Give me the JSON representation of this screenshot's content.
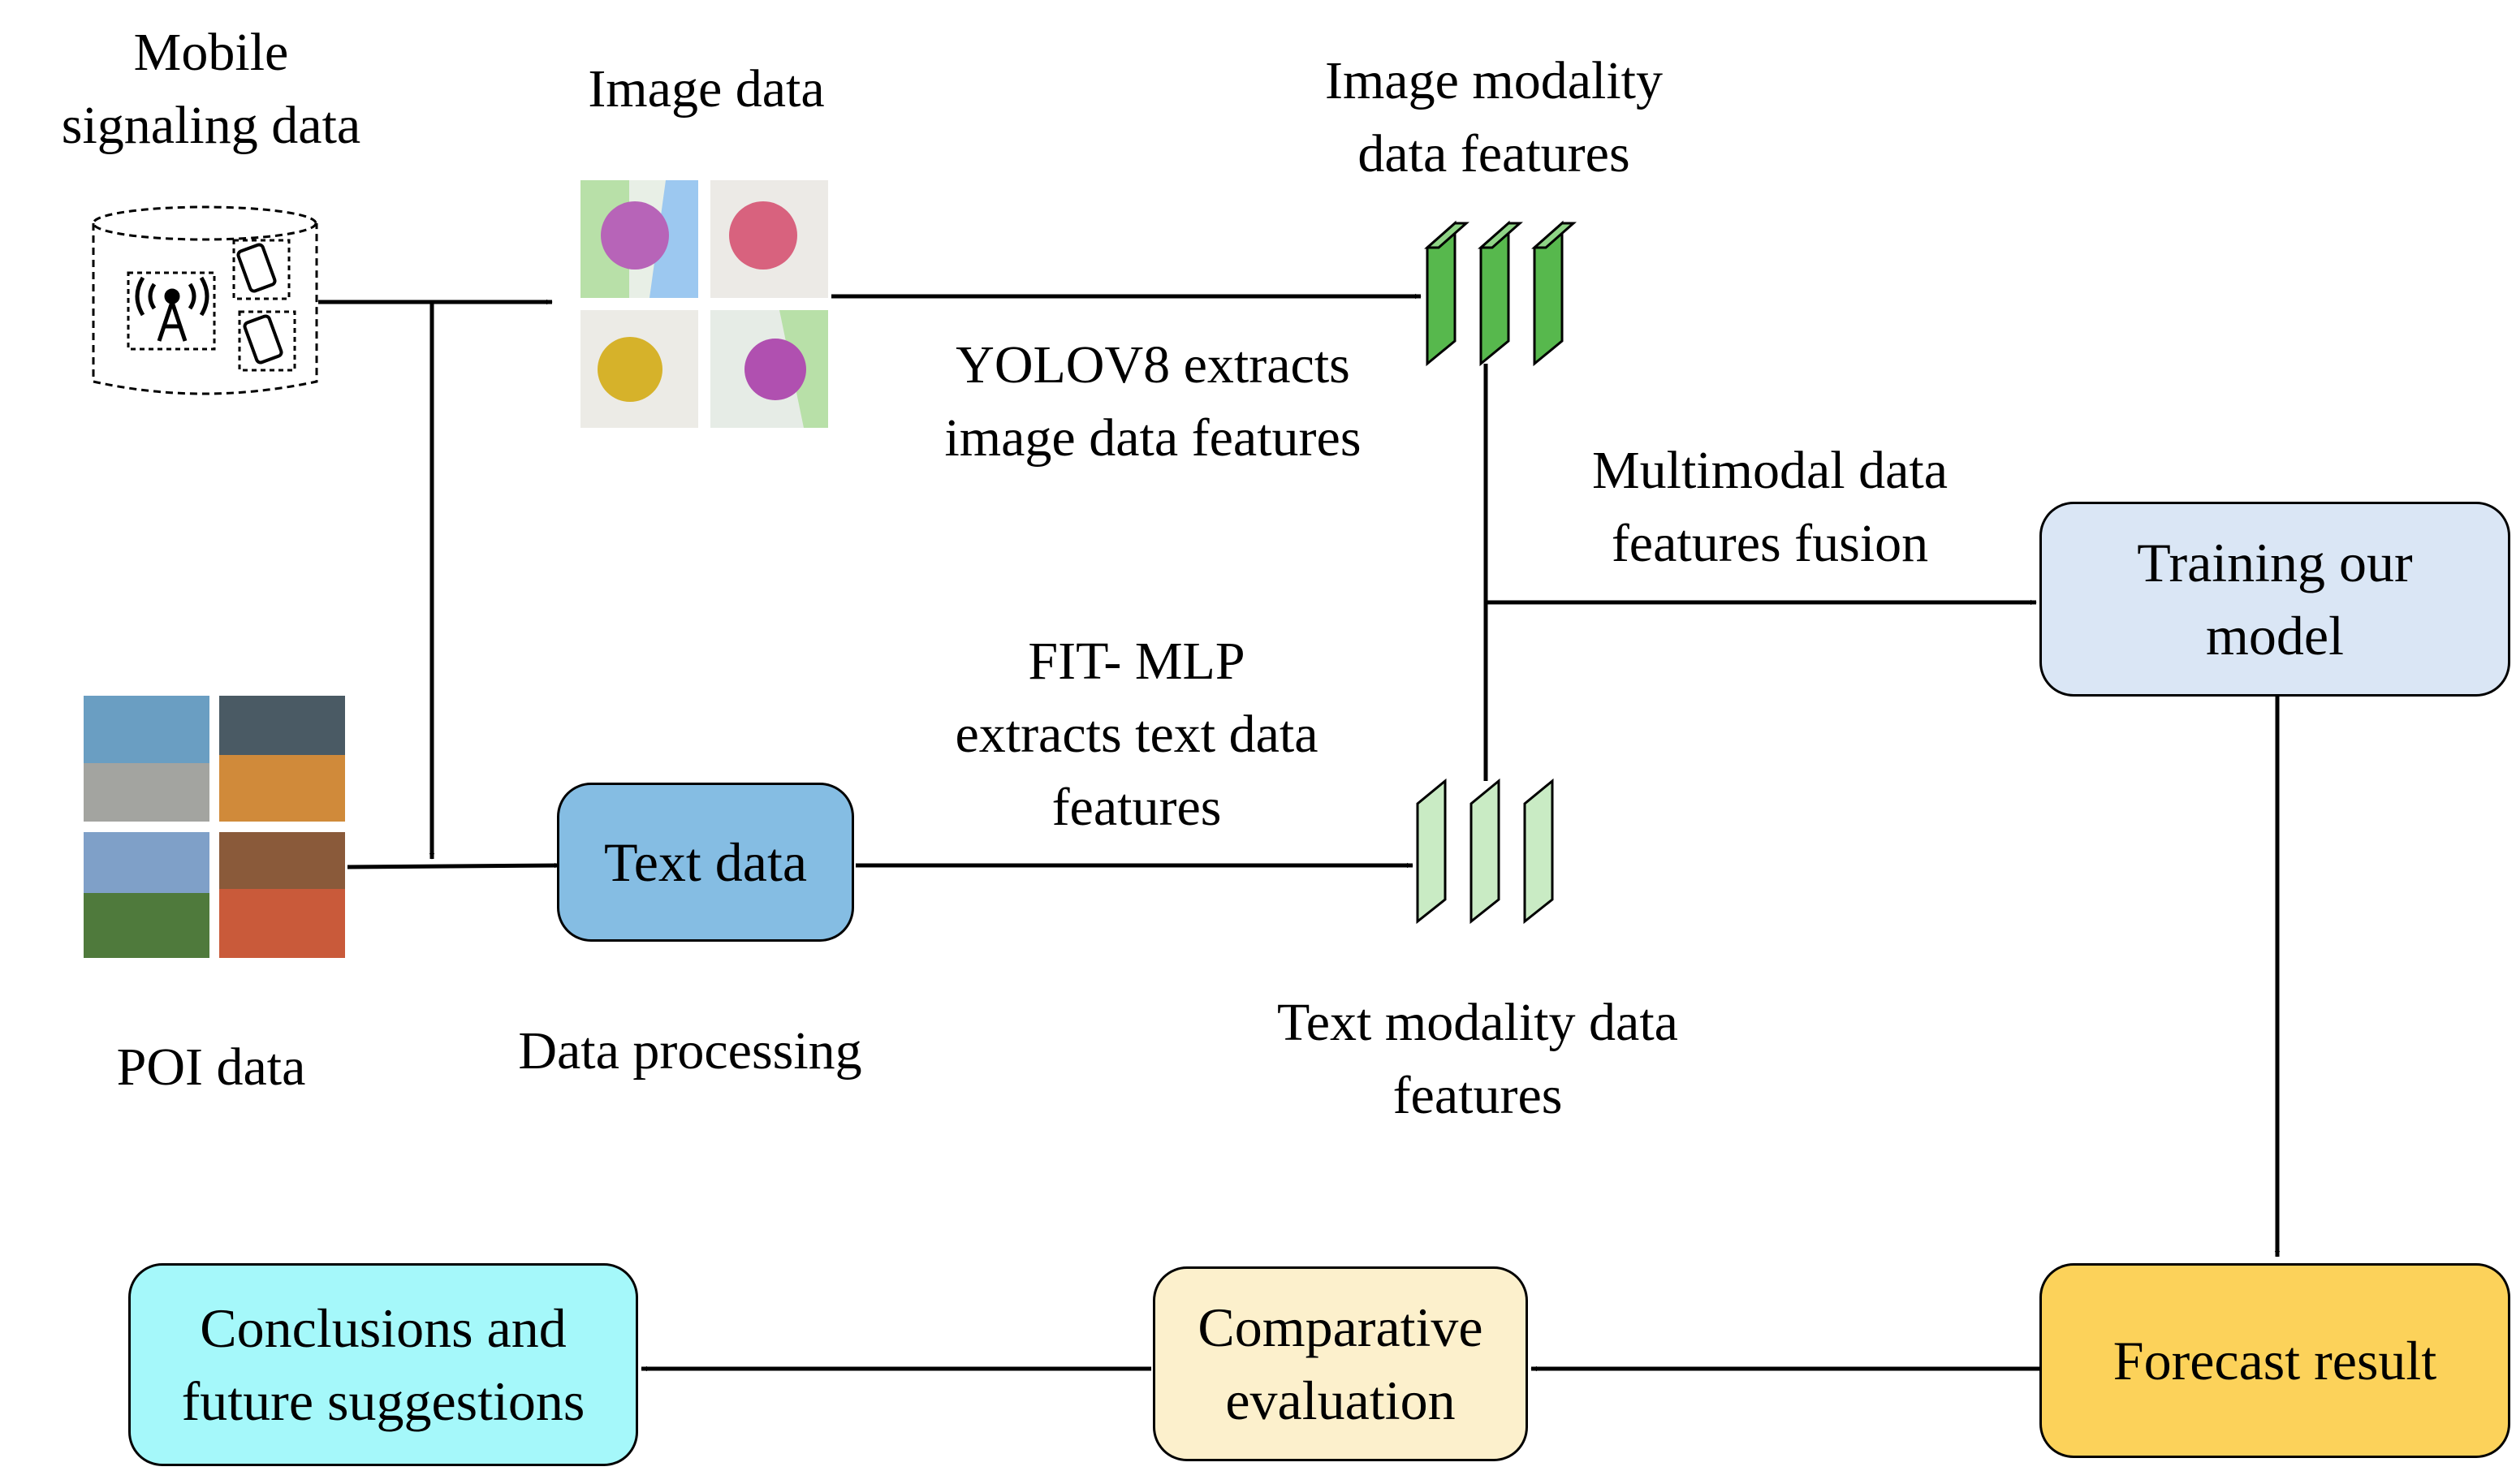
{
  "labels": {
    "mobile_signaling": [
      "Mobile",
      "signaling data"
    ],
    "image_data": "Image data",
    "image_modality": [
      "Image modality",
      "data features"
    ],
    "yolo": [
      "YOLOV8 extracts",
      "image data features"
    ],
    "multimodal": [
      "Multimodal data",
      "features fusion"
    ],
    "fit_mlp": [
      "FIT- MLP",
      "extracts text data",
      "features"
    ],
    "text_modality": [
      "Text modality data",
      "features"
    ],
    "poi_data": "POI data",
    "data_processing": "Data processing"
  },
  "boxes": {
    "text_data": {
      "label": "Text data",
      "color": "#85bde3"
    },
    "training": {
      "label": [
        "Training our",
        "model"
      ],
      "color": "#dae6f5"
    },
    "forecast": {
      "label": "Forecast result",
      "color": "#fcd25a"
    },
    "comparative": {
      "label": [
        "Comparative",
        "evaluation"
      ],
      "color": "#fcf0cc"
    },
    "conclusions": {
      "label": [
        "Conclusions and",
        "future suggestions"
      ],
      "color": "#a5f8fa"
    }
  },
  "colors": {
    "image_feature": "#57b84d",
    "text_feature": "#c9ebc4"
  }
}
